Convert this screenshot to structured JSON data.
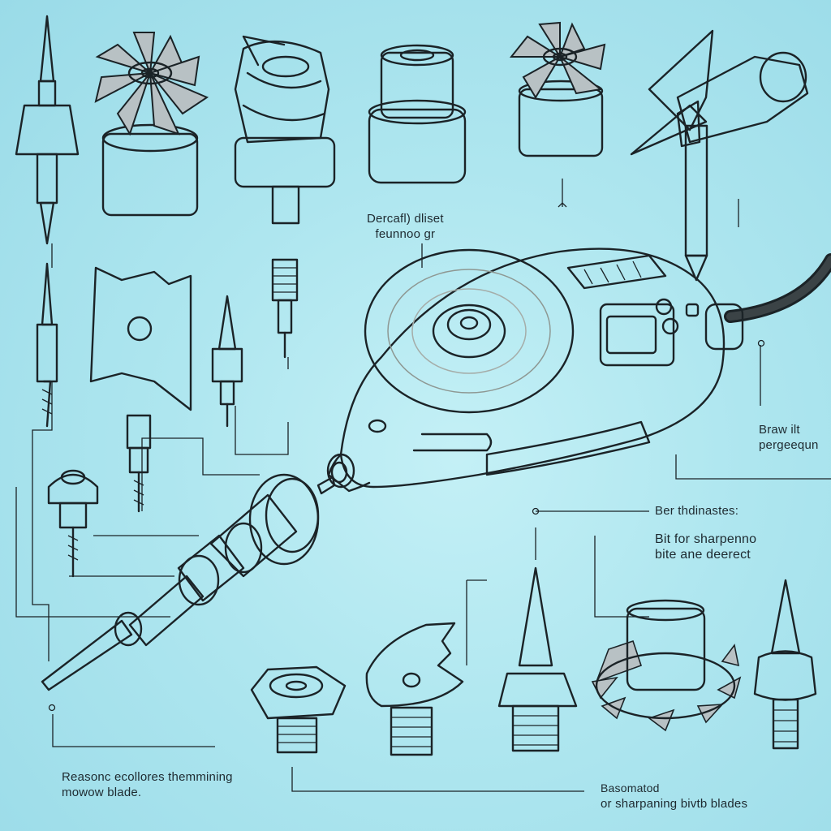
{
  "labels": {
    "top_center": {
      "line1": "Dercafl) dliset",
      "line2": "feunnoo gr"
    },
    "right_middle": {
      "line1": "Braw ilt",
      "line2": "pergeequn"
    },
    "right_list_heading": "Ber thdinastes:",
    "right_list_desc": {
      "line1": "Bit for sharpenno",
      "line2": "bite ane deerect"
    },
    "bottom_left": {
      "line1": "Reasonc ecollores themmining",
      "line2": "mowow blade."
    },
    "bottom_right": {
      "line1": "Basomatod",
      "line2": "or sharpaning bivtb blades"
    }
  },
  "colors": {
    "background": "#aee6ef",
    "tool_body": "#2f7f8c",
    "tool_body_dark": "#1f5b66",
    "accent_orange": "#e8792a",
    "metal": "#9aa4a8",
    "metal_dark": "#3c4448",
    "screen": "#4fb8b3"
  },
  "icons": [
    "rotary-tool-icon",
    "grinding-disc-icon",
    "power-cord-icon",
    "collet-nut-icon",
    "flap-wheel-bit-icon",
    "spiral-cutter-bit-icon",
    "sanding-drum-bit-icon",
    "axe-blade-icon",
    "mower-blade-icon",
    "pointed-grinding-stone-icon",
    "screw-bit-icon",
    "saw-wheel-bit-icon"
  ]
}
